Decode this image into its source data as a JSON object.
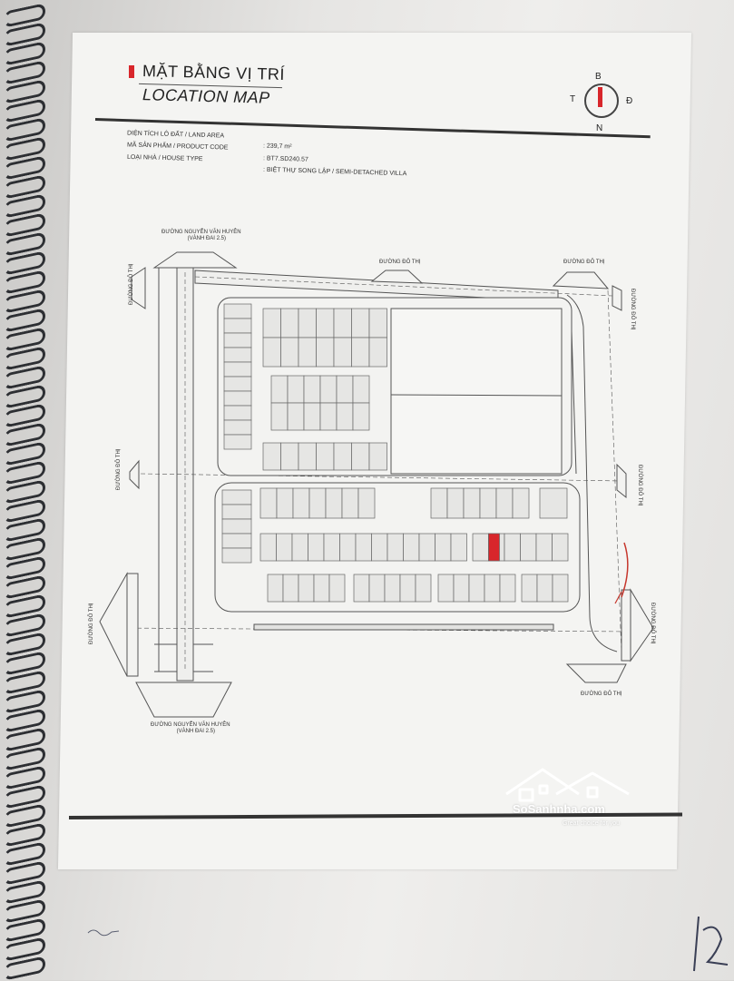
{
  "header": {
    "title_vi": "MẶT BẰNG VỊ TRÍ",
    "title_en": "LOCATION MAP"
  },
  "info": {
    "land_area_label": "DIỆN TÍCH LÔ ĐẤT /  LAND AREA",
    "land_area_value": ": 239,7 m²",
    "product_code_label": "MÃ SẢN PHẨM /  PRODUCT CODE",
    "product_code_value": ": BT7.SD240.57",
    "house_type_label": "LOẠI NHÀ /  HOUSE TYPE",
    "house_type_value": ": BIỆT THỰ SONG LẬP / SEMI-DETACHED VILLA"
  },
  "compass": {
    "north_top": "B",
    "west": "T",
    "east": "Đ",
    "south": "N"
  },
  "streets": {
    "top_left_line1": "ĐƯỜNG NGUYỄN VĂN HUYÊN",
    "top_left_line2": "(VÀNH ĐAI 2.5)",
    "top_center": "ĐƯỜNG ĐÔ THỊ",
    "top_right": "ĐƯỜNG ĐÔ THỊ",
    "left_upper": "ĐƯỜNG ĐÔ THỊ",
    "left_middle": "ĐƯỜNG ĐÔ THỊ",
    "left_lower": "ĐƯỜNG ĐÔ THỊ",
    "right_upper": "ĐƯỜNG ĐÔ THỊ",
    "right_middle": "ĐƯỜNG ĐÔ THỊ",
    "right_lower": "ĐƯỜNG ĐÔ THỊ",
    "bottom_right": "ĐƯỜNG ĐÔ THỊ",
    "bottom_left_line1": "ĐƯỜNG NGUYỄN VĂN HUYÊN",
    "bottom_left_line2": "(VÀNH ĐAI 2.5)"
  },
  "selected_lot_color": "#d8262b",
  "logo": {
    "name": "SoSanhnha.com",
    "tagline": "Great choice for you"
  }
}
